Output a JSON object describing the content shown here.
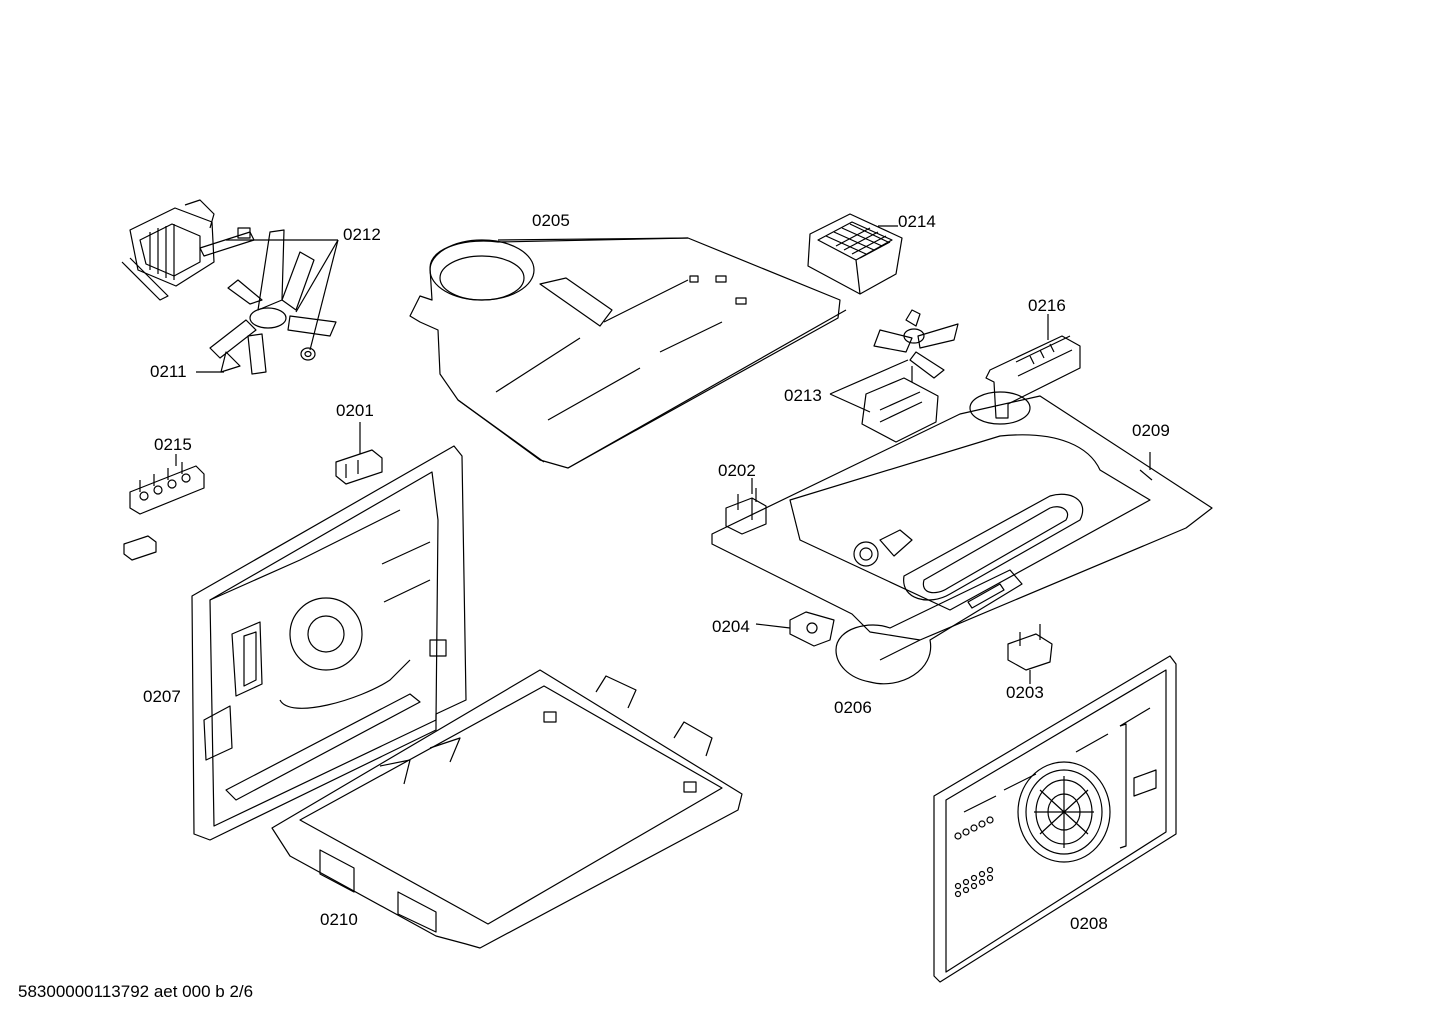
{
  "labels": {
    "p0201": "0201",
    "p0202": "0202",
    "p0203": "0203",
    "p0204": "0204",
    "p0205": "0205",
    "p0206": "0206",
    "p0207": "0207",
    "p0208": "0208",
    "p0209": "0209",
    "p0210": "0210",
    "p0211": "0211",
    "p0212": "0212",
    "p0213": "0213",
    "p0214": "0214",
    "p0215": "0215",
    "p0216": "0216"
  },
  "footer": "58300000113792 aet 000 b 2/6"
}
